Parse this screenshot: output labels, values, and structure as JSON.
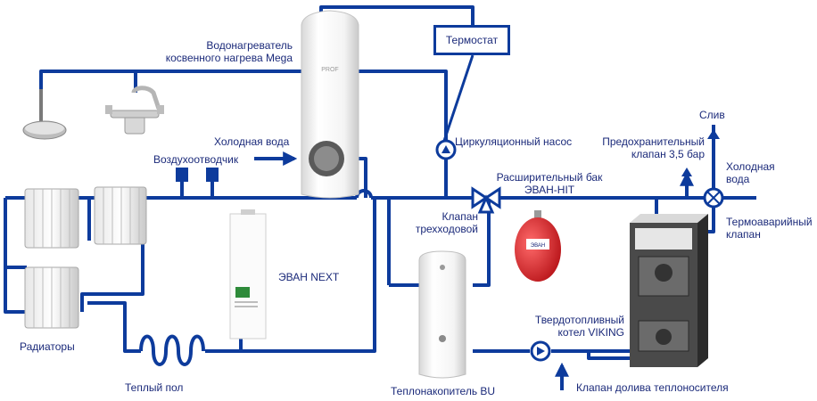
{
  "labels": {
    "thermostat": "Термостат",
    "boiler_line1": "Водонагреватель",
    "boiler_line2": "косвенного нагрева Mega",
    "circ_pump": "Циркуляционный насос",
    "cold_water_left": "Холодная вода",
    "air_vent": "Воздухоотводчик",
    "safety_line1": "Предохранительный",
    "safety_line2": "клапан 3,5 бар",
    "drain": "Слив",
    "cold_water_right_line1": "Холодная",
    "cold_water_right_line2": "вода",
    "exp_tank_line1": "Расширительный бак",
    "exp_tank_line2": "ЭВАН-HIT",
    "three_way_line1": "Клапан",
    "three_way_line2": "трехходовой",
    "thermo_valve_line1": "Термоаварийный",
    "thermo_valve_line2": "клапан",
    "evan_next": "ЭВАН NEXT",
    "radiators": "Радиаторы",
    "solid_fuel_line1": "Твердотопливный",
    "solid_fuel_line2": "котел VIKING",
    "warm_floor": "Теплый пол",
    "heat_accum": "Теплонакопитель BU",
    "refill_valve": "Клапан долива теплоносителя"
  },
  "device_text": {
    "boiler_brand": "PROF",
    "tank_brand": "ЭВАН"
  },
  "colors": {
    "pipe": "#0d3b9c",
    "text": "#1b2a7a",
    "tank_red": "#d8282c",
    "boiler_dark": "#3a3a3a",
    "cylinder": "#f2f2f2"
  },
  "icons": [
    "shower-head-icon",
    "faucet-icon",
    "radiator-icon",
    "air-vent-icon",
    "pump-icon",
    "three-way-valve-icon",
    "safety-valve-icon",
    "check-valve-icon",
    "arrow-icon"
  ]
}
